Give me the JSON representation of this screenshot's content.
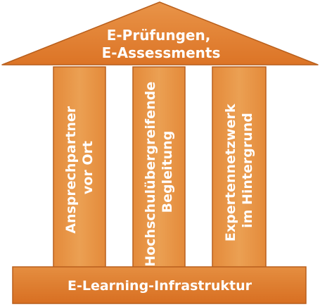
{
  "roof": {
    "line1": "E-Prüfungen,",
    "line2": "E-Assessments"
  },
  "pillars": [
    {
      "line1": "Ansprechpartner",
      "line2": "vor Ort"
    },
    {
      "line1": "Hochschulübergreifende",
      "line2": "Begleitung"
    },
    {
      "line1": "Expertennetzwerk",
      "line2": "im Hintergrund"
    }
  ],
  "base": {
    "label": "E-Learning-Infrastruktur"
  },
  "colors": {
    "fill_light": "#E9A053",
    "fill_dark": "#DD7A2A",
    "outline": "#B95F1C",
    "text": "#FFFFFF"
  }
}
